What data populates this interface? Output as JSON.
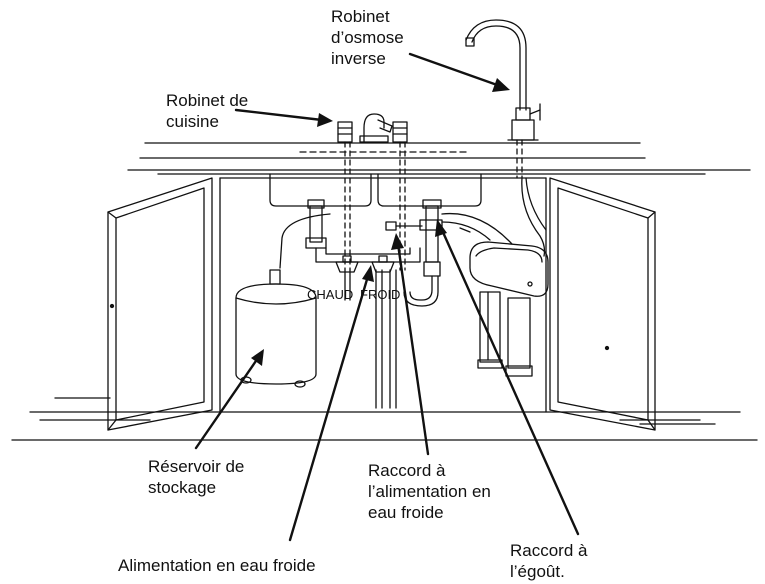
{
  "labels": {
    "ro_faucet": [
      "Robinet",
      "d’osmose",
      "inverse"
    ],
    "kitchen_faucet": [
      "Robinet de",
      "cuisine"
    ],
    "hot": "CHAUD",
    "cold": "FROID",
    "storage_tank": [
      "Réservoir de",
      "stockage"
    ],
    "cold_connection": [
      "Raccord à",
      "l’alimentation en",
      "eau froide"
    ],
    "cold_supply": "Alimentation en eau froide",
    "drain_connection": [
      "Raccord à",
      "l’égoût."
    ]
  }
}
